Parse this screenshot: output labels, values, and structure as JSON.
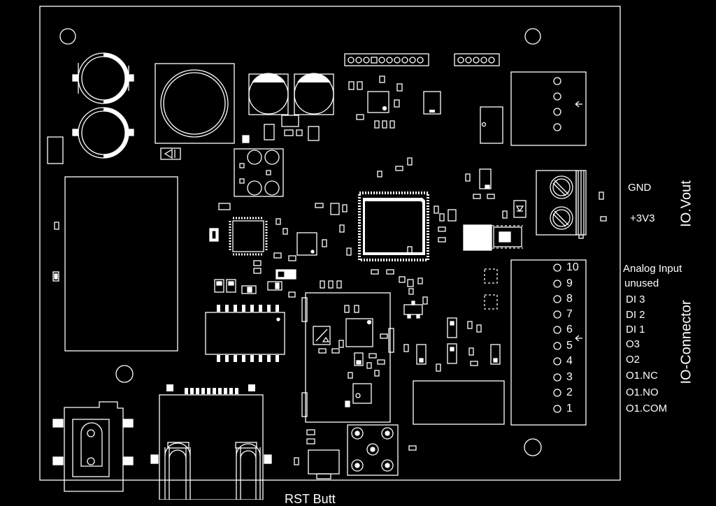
{
  "connectors": {
    "vout": {
      "title": "IO.Vout",
      "pins": [
        "GND",
        "+3V3"
      ]
    },
    "io": {
      "title": "IO-Connector",
      "pin_numbers": [
        "10",
        "9",
        "8",
        "7",
        "6",
        "5",
        "4",
        "3",
        "2",
        "1"
      ],
      "pin_functions": [
        "Analog Input",
        "unused",
        "DI 3",
        "DI 2",
        "DI 1",
        "O3",
        "O2",
        "O1.NC",
        "O1.NO",
        "O1.COM"
      ]
    }
  },
  "bottom_label": "RST Butt",
  "colors": {
    "background": "#000000",
    "silkscreen": "#ffffff"
  }
}
